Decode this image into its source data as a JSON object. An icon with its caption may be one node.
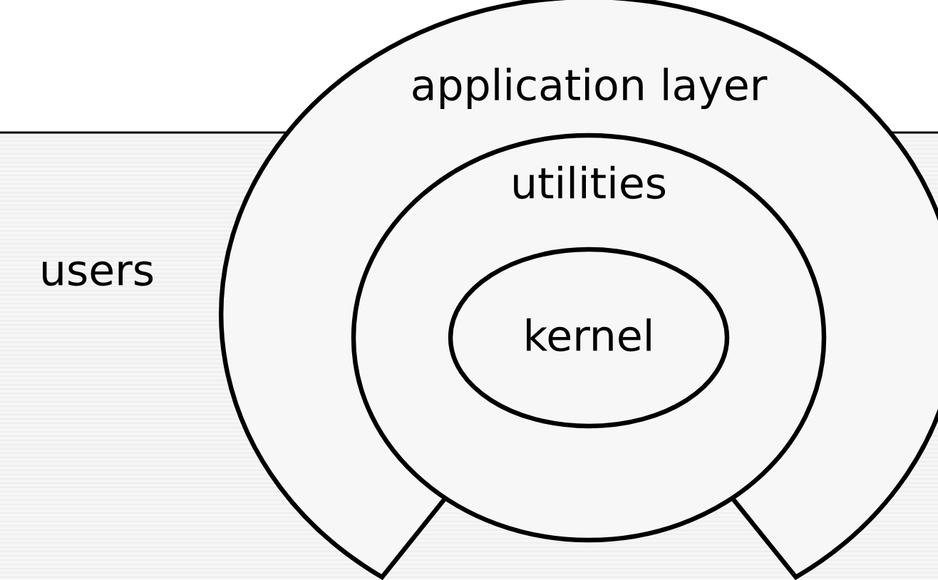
{
  "diagram": {
    "nodes": [
      {
        "text": [
          "users"
        ]
      },
      {
        "text": [
          "application layer"
        ]
      },
      {
        "text": [
          "utilities"
        ]
      },
      {
        "text": [
          "kernel"
        ],
        "in": 2
      }
    ]
  }
}
